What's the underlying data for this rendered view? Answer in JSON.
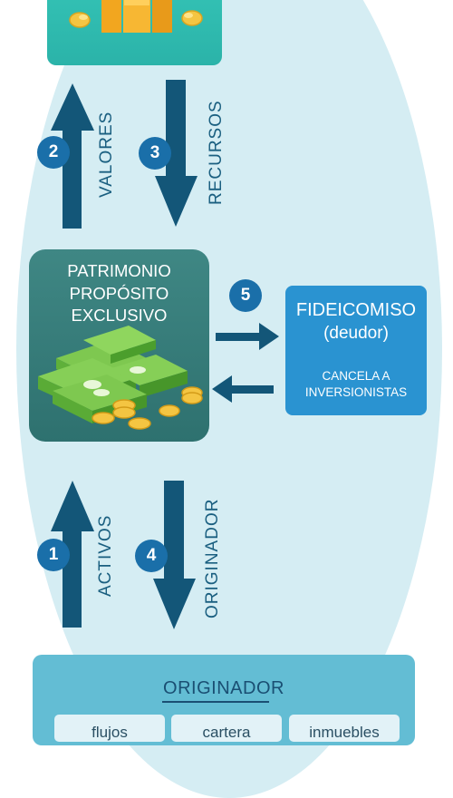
{
  "colors": {
    "ellipse": "#d5edf3",
    "arrow": "#135678",
    "step_circle": "#1a6fa9",
    "patrimonio_box": "#3a7f7c",
    "fideicomiso_box": "#2a93d1",
    "originador_box": "#63bdd4",
    "top_box": "#33c1b4"
  },
  "steps": {
    "s1": "1",
    "s2": "2",
    "s3": "3",
    "s4": "4",
    "s5": "5"
  },
  "labels": {
    "valores": "VALORES",
    "recursos": "RECURSOS",
    "activos": "ACTIVOS",
    "originador_flow": "ORIGINADOR"
  },
  "patrimonio": {
    "title": "PATRIMONIO\nPROPÓSITO\nEXCLUSIVO"
  },
  "fideicomiso": {
    "title": "FIDEICOMISO",
    "subtitle": "(deudor)",
    "note": "CANCELA A\nINVERSIONISTAS"
  },
  "originador": {
    "title": "ORIGINADOR",
    "chips": [
      "flujos",
      "cartera",
      "inmuebles"
    ]
  },
  "icons": {
    "top_box": "investment-icon",
    "patrimonio": "money-stack-icon"
  }
}
